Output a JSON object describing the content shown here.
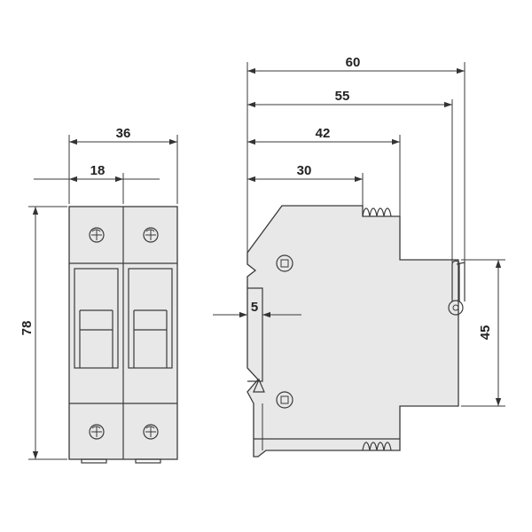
{
  "front_view": {
    "dims": {
      "total_width": "36",
      "pole_width": "18",
      "height": "78"
    }
  },
  "side_view": {
    "dims": {
      "depth_60": "60",
      "depth_55": "55",
      "depth_42": "42",
      "depth_30": "30",
      "rail_offset": "5",
      "face_height": "45"
    }
  }
}
